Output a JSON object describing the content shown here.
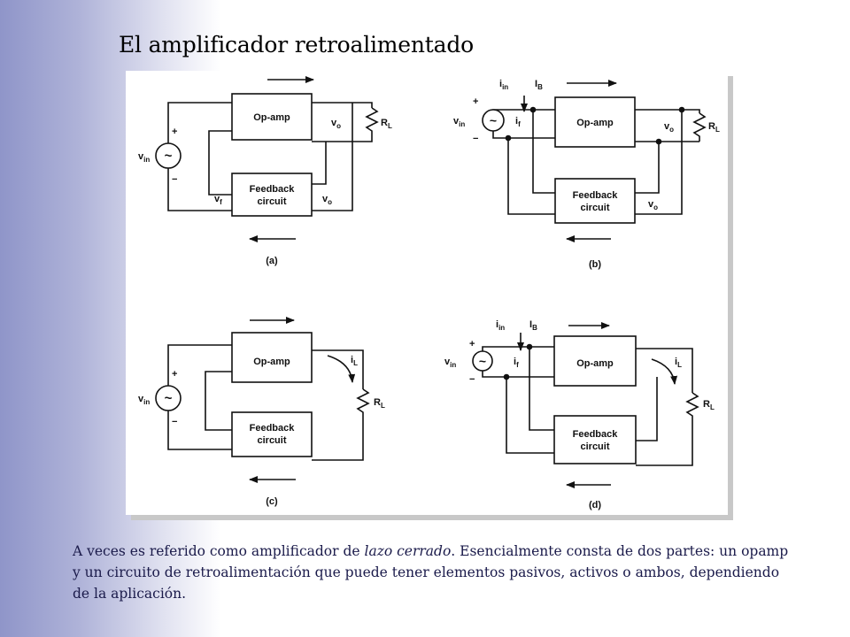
{
  "slide": {
    "title": "El amplificador retroalimentado",
    "caption": {
      "before": "A veces es referido como amplificador de ",
      "emphasis": "lazo cerrado",
      "after": ". Esencialmente consta de dos partes: un opamp y un circuito de retroalimentación que puede tener elementos pasivos, activos o ambos, dependiendo de la aplicación."
    }
  },
  "diagrams": {
    "common": {
      "opamp": "Op-amp",
      "feedback": "Feedback\ncircuit",
      "plus": "+",
      "minus": "−",
      "source_symbol": "~"
    },
    "a": {
      "label": "(a)",
      "vin": "v",
      "vin_sub": "in",
      "vo": "v",
      "vo_sub": "o",
      "rl": "R",
      "rl_sub": "L",
      "vf": "v",
      "vf_sub": "f",
      "vo_fb": "v",
      "vo_fb_sub": "o"
    },
    "b": {
      "label": "(b)",
      "iin": "i",
      "iin_sub": "in",
      "ib": "I",
      "ib_sub": "B",
      "vin": "v",
      "vin_sub": "in",
      "if": "i",
      "if_sub": "f",
      "vo": "v",
      "vo_sub": "o",
      "rl": "R",
      "rl_sub": "L",
      "vo_fb": "v",
      "vo_fb_sub": "o"
    },
    "c": {
      "label": "(c)",
      "vin": "v",
      "vin_sub": "in",
      "il": "i",
      "il_sub": "L",
      "rl": "R",
      "rl_sub": "L"
    },
    "d": {
      "label": "(d)",
      "iin": "i",
      "iin_sub": "in",
      "ib": "I",
      "ib_sub": "B",
      "vin": "v",
      "vin_sub": "in",
      "if": "i",
      "if_sub": "f",
      "il": "i",
      "il_sub": "L",
      "rl": "R",
      "rl_sub": "L"
    }
  },
  "colors": {
    "sidebar": "#8f95c9",
    "caption_text": "#1a1a4a",
    "panel_shadow": "#c8c8c8"
  }
}
